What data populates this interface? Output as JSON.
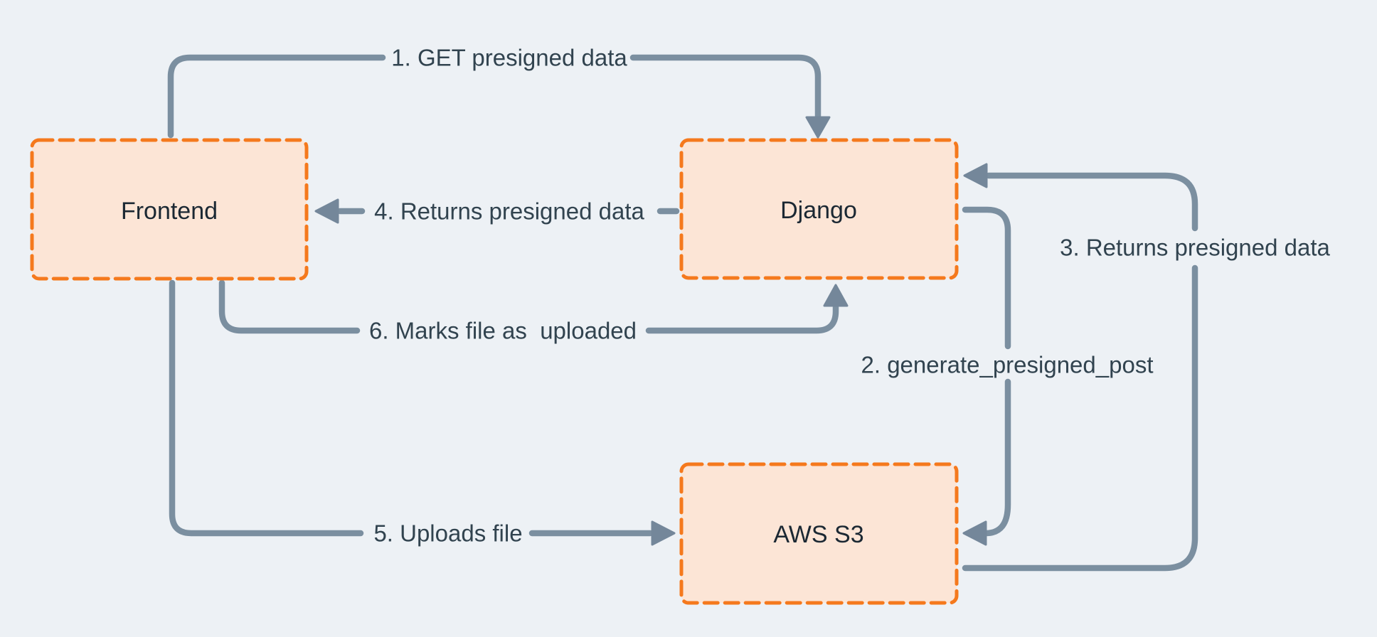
{
  "diagram": {
    "type": "flow-diagram",
    "background": "#edf1f5",
    "node_fill": "#fce5d6",
    "node_border": "#f5791d",
    "line_color": "#7b8fa0",
    "arrowhead_color": "#74879a",
    "edge_label_color": "#31434f",
    "node_label_color": "#1b2833"
  },
  "nodes": [
    {
      "id": "frontend",
      "label": "Frontend"
    },
    {
      "id": "django",
      "label": "Django"
    },
    {
      "id": "aws_s3",
      "label": "AWS S3"
    }
  ],
  "edges": [
    {
      "num": "1",
      "label": "1. GET presigned data",
      "from": "frontend",
      "to": "django"
    },
    {
      "num": "2",
      "label": "2. generate_presigned_post",
      "from": "django",
      "to": "aws_s3"
    },
    {
      "num": "3",
      "label": "3. Returns presigned data",
      "from": "aws_s3",
      "to": "django"
    },
    {
      "num": "4",
      "label": "4. Returns presigned data",
      "from": "django",
      "to": "frontend"
    },
    {
      "num": "5",
      "label": "5. Uploads file",
      "from": "frontend",
      "to": "aws_s3"
    },
    {
      "num": "6",
      "label": "6. Marks file as  uploaded",
      "from": "frontend",
      "to": "django"
    }
  ]
}
